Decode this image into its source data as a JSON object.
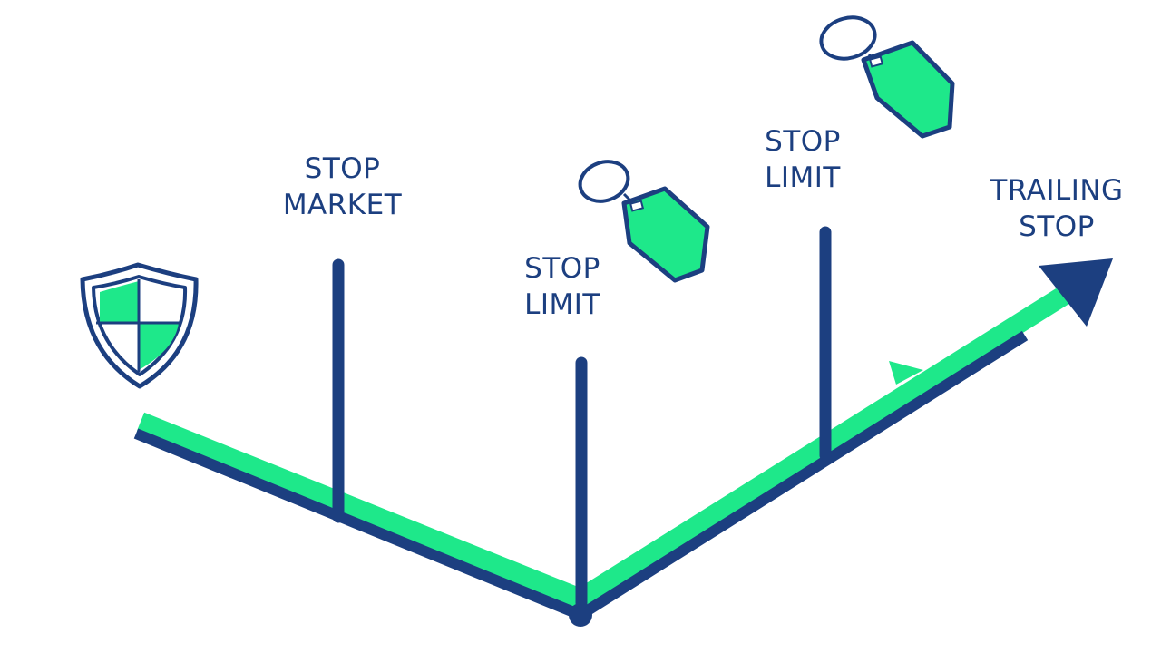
{
  "labels": {
    "stop_market": [
      "STOP",
      "MARKET"
    ],
    "stop_limit_1": [
      "STOP",
      "LIMIT"
    ],
    "stop_limit_2": [
      "STOP",
      "LIMIT"
    ],
    "trailing_stop": [
      "TRAILING",
      "STOP"
    ]
  },
  "icons": {
    "shield": "shield-icon",
    "price_tag_1": "price-tag-icon",
    "price_tag_2": "price-tag-icon",
    "arrow_head": "arrow-head-icon"
  },
  "colors": {
    "navy": "#1c3f80",
    "green": "#1ee88a",
    "background": "#ffffff"
  }
}
